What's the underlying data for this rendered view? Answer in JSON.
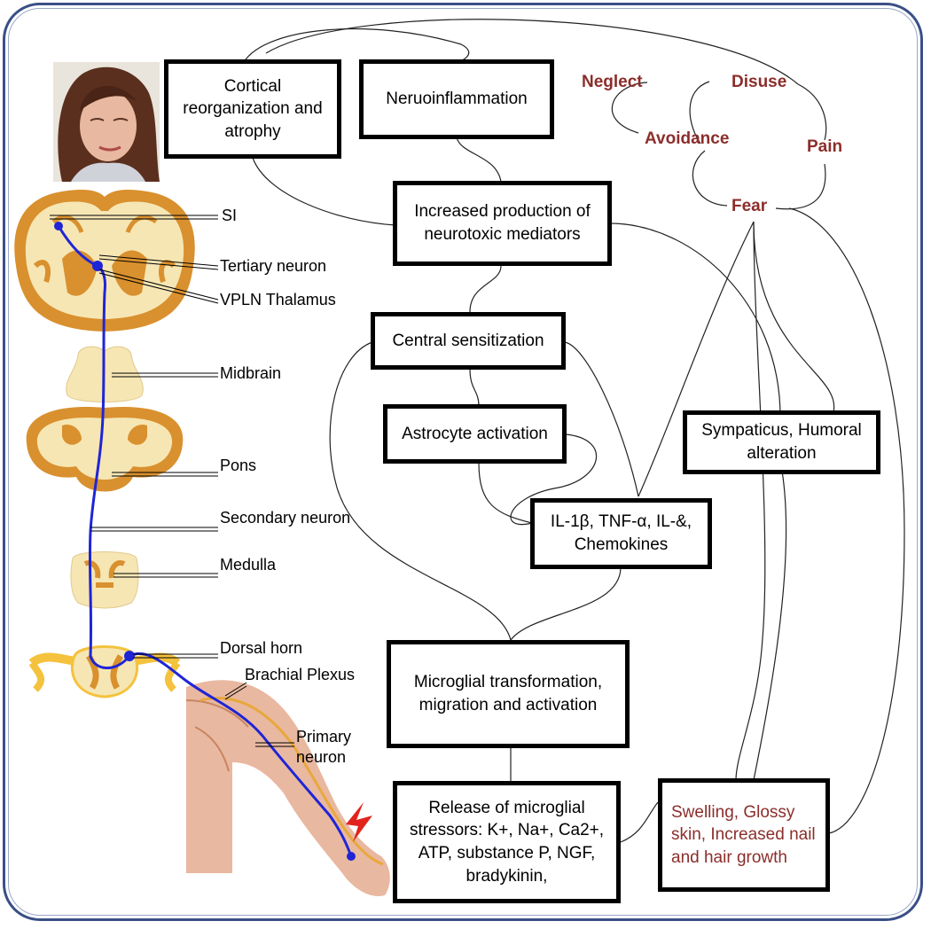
{
  "boxes": {
    "cortical": "Cortical reorganization and atrophy",
    "neuroinflammation": "Neruoinflammation",
    "neurotoxic": "Increased production of neurotoxic mediators",
    "central": "Central sensitization",
    "astrocyte": "Astrocyte activation",
    "cytokines": "IL-1β, TNF-α, IL-&, Chemokines",
    "sympaticus": "Sympaticus, Humoral alteration",
    "microglial_transform": "Microglial transformation, migration and activation",
    "microglial_stressors": "Release of microglial stressors: K+, Na+, Ca2+, ATP, substance P, NGF, bradykinin,",
    "swelling": "Swelling, Glossy skin, Increased nail and hair growth"
  },
  "cycle_words": {
    "neglect": "Neglect",
    "disuse": "Disuse",
    "avoidance": "Avoidance",
    "pain": "Pain",
    "fear": "Fear"
  },
  "anatomy_labels": {
    "si": "SI",
    "tertiary": "Tertiary neuron",
    "vpln": "VPLN Thalamus",
    "midbrain": "Midbrain",
    "pons": "Pons",
    "secondary": "Secondary neuron",
    "medulla": "Medulla",
    "dorsal_horn": "Dorsal horn",
    "brachial": "Brachial Plexus",
    "primary": "Primary neuron"
  },
  "colors": {
    "accent_text": "#8b2e2b",
    "frame": "#3a4f86",
    "neuron_path": "#1f25d6",
    "brain_tissue": "#f6e6b4",
    "brain_gray": "#d9902e"
  }
}
